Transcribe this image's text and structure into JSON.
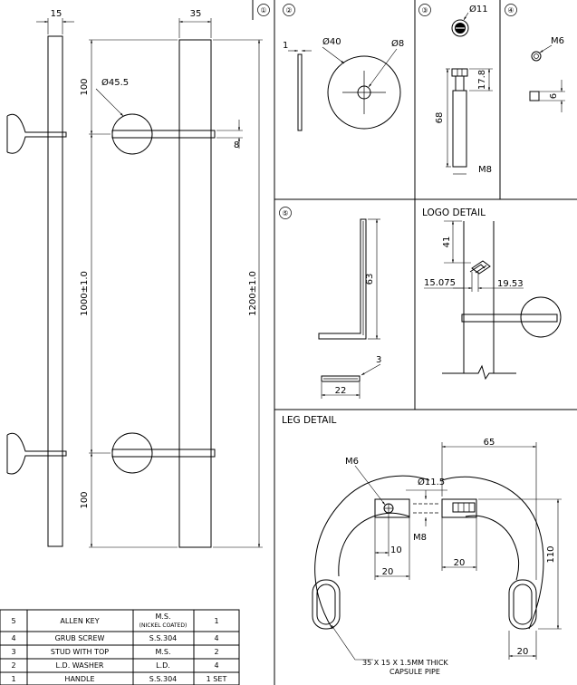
{
  "views": {
    "v1": "①",
    "v2": "②",
    "v3": "③",
    "v4": "④",
    "v5": "⑤"
  },
  "main": {
    "dim_15": "15",
    "dim_35": "35",
    "dim_100_top": "100",
    "dim_dia455": "Ø45.5",
    "dim_8": "8",
    "dim_1000": "1000±1.0",
    "dim_1200": "1200±1.0",
    "dim_100_bot": "100"
  },
  "washer": {
    "dim_1": "1",
    "dim_dia40": "Ø40",
    "dim_dia8": "Ø8"
  },
  "stud": {
    "dim_dia11": "Ø11",
    "dim_178": "17.8",
    "dim_68": "68",
    "dim_m8": "M8"
  },
  "grub": {
    "dim_m6": "M6",
    "dim_6": "6"
  },
  "allen": {
    "dim_63": "63",
    "dim_3": "3",
    "dim_22": "22"
  },
  "logo": {
    "title": "LOGO DETAIL",
    "dim_41": "41",
    "dim_15075": "15.075",
    "dim_1953": "19.53"
  },
  "leg": {
    "title": "LEG DETAIL",
    "dim_65": "65",
    "dim_m6": "M6",
    "dim_dia115": "Ø11.5",
    "dim_m8": "M8",
    "dim_10": "10",
    "dim_20a": "20",
    "dim_20b": "20",
    "dim_20c": "20",
    "dim_110": "110",
    "pipe_note_1": "35 X 15 X 1.5MM THICK",
    "pipe_note_2": "CAPSULE PIPE"
  },
  "bom": {
    "rows": [
      {
        "no": "5",
        "name": "ALLEN KEY",
        "mat": "M.S.",
        "mat2": "(NICKEL COATED)",
        "qty": "1"
      },
      {
        "no": "4",
        "name": "GRUB SCREW",
        "mat": "S.S.304",
        "mat2": "",
        "qty": "4"
      },
      {
        "no": "3",
        "name": "STUD WITH TOP",
        "mat": "M.S.",
        "mat2": "",
        "qty": "2"
      },
      {
        "no": "2",
        "name": "L.D. WASHER",
        "mat": "L.D.",
        "mat2": "",
        "qty": "4"
      },
      {
        "no": "1",
        "name": "HANDLE",
        "mat": "S.S.304",
        "mat2": "",
        "qty": "1 SET"
      }
    ]
  }
}
